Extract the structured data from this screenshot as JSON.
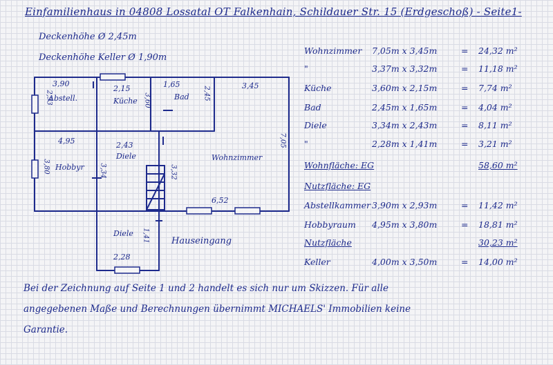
{
  "header": {
    "title": "Einfamilienhaus in 04808 Lossatal OT Falkenhain, Schildauer Str. 15 (Erdgeschoß) - Seite1-",
    "ceiling_height": "Deckenhöhe Ø 2,45m",
    "ceiling_height_cellar": "Deckenhöhe Keller Ø 1,90m"
  },
  "plan": {
    "labels": {
      "abst_dim_w": "3,90",
      "abst_dim_h": "2,93",
      "abst_name": "Abstell.",
      "kueche_dim_w": "2,15",
      "kueche_dim_h": "3,60",
      "kueche_name": "Küche",
      "bad_dim_w": "1,65",
      "bad_name": "Bad",
      "bad_dim_h": "2,45",
      "wohn_dim_w": "3,45",
      "wohn_dim_h": "7,05",
      "wohn_name": "Wohnzimmer",
      "hobby_dim_w": "4,95",
      "hobby_dim_h": "3,80",
      "hobby_name": "Hobbyr",
      "diele_dim_w": "2,43",
      "diele_dim_h": "3,34",
      "diele_name": "Diele",
      "stair_dim": "3,32",
      "front_dim": "6,52",
      "diele2_name": "Diele",
      "diele2_dim_h": "1,41",
      "diele2_dim_w": "2,28",
      "entrance_name": "Hauseingang"
    }
  },
  "areas": {
    "rows": [
      {
        "room": "Wohnzimmer",
        "calc": "7,05m x 3,45m",
        "eq": "=",
        "result": "24,32 m²"
      },
      {
        "room": "\"",
        "calc": "3,37m x 3,32m",
        "eq": "=",
        "result": "11,18 m²"
      },
      {
        "room": "Küche",
        "calc": "3,60m x 2,15m",
        "eq": "=",
        "result": "7,74 m²"
      },
      {
        "room": "Bad",
        "calc": "2,45m x 1,65m",
        "eq": "=",
        "result": "4,04 m²"
      },
      {
        "room": "Diele",
        "calc": "3,34m x 2,43m",
        "eq": "=",
        "result": "8,11 m²"
      },
      {
        "room": "\"",
        "calc": "2,28m x 1,41m",
        "eq": "=",
        "result": "3,21 m²"
      }
    ],
    "wohnflaeche_label": "Wohnfläche: EG",
    "wohnflaeche_total": "58,60 m²",
    "nutzflaeche_label": "Nutzfläche: EG",
    "nutz_rows": [
      {
        "room": "Abstellkammer",
        "calc": "3,90m x 2,93m",
        "eq": "=",
        "result": "11,42 m²"
      },
      {
        "room": "Hobbyraum",
        "calc": "4,95m x 3,80m",
        "eq": "=",
        "result": "18,81 m²"
      }
    ],
    "nutzflaeche_row_label": "Nutzfläche",
    "nutzflaeche_total": "30,23 m²",
    "keller_row": {
      "room": "Keller",
      "calc": "4,00m x 3,50m",
      "eq": "=",
      "result": "14,00 m²"
    }
  },
  "footer": {
    "line1": "Bei der Zeichnung auf Seite 1 und 2 handelt es sich nur um Skizzen. Für alle",
    "line2": "angegebenen Maße und Berechnungen übernimmt MICHAELS' Immobilien keine",
    "line3": "Garantie."
  }
}
